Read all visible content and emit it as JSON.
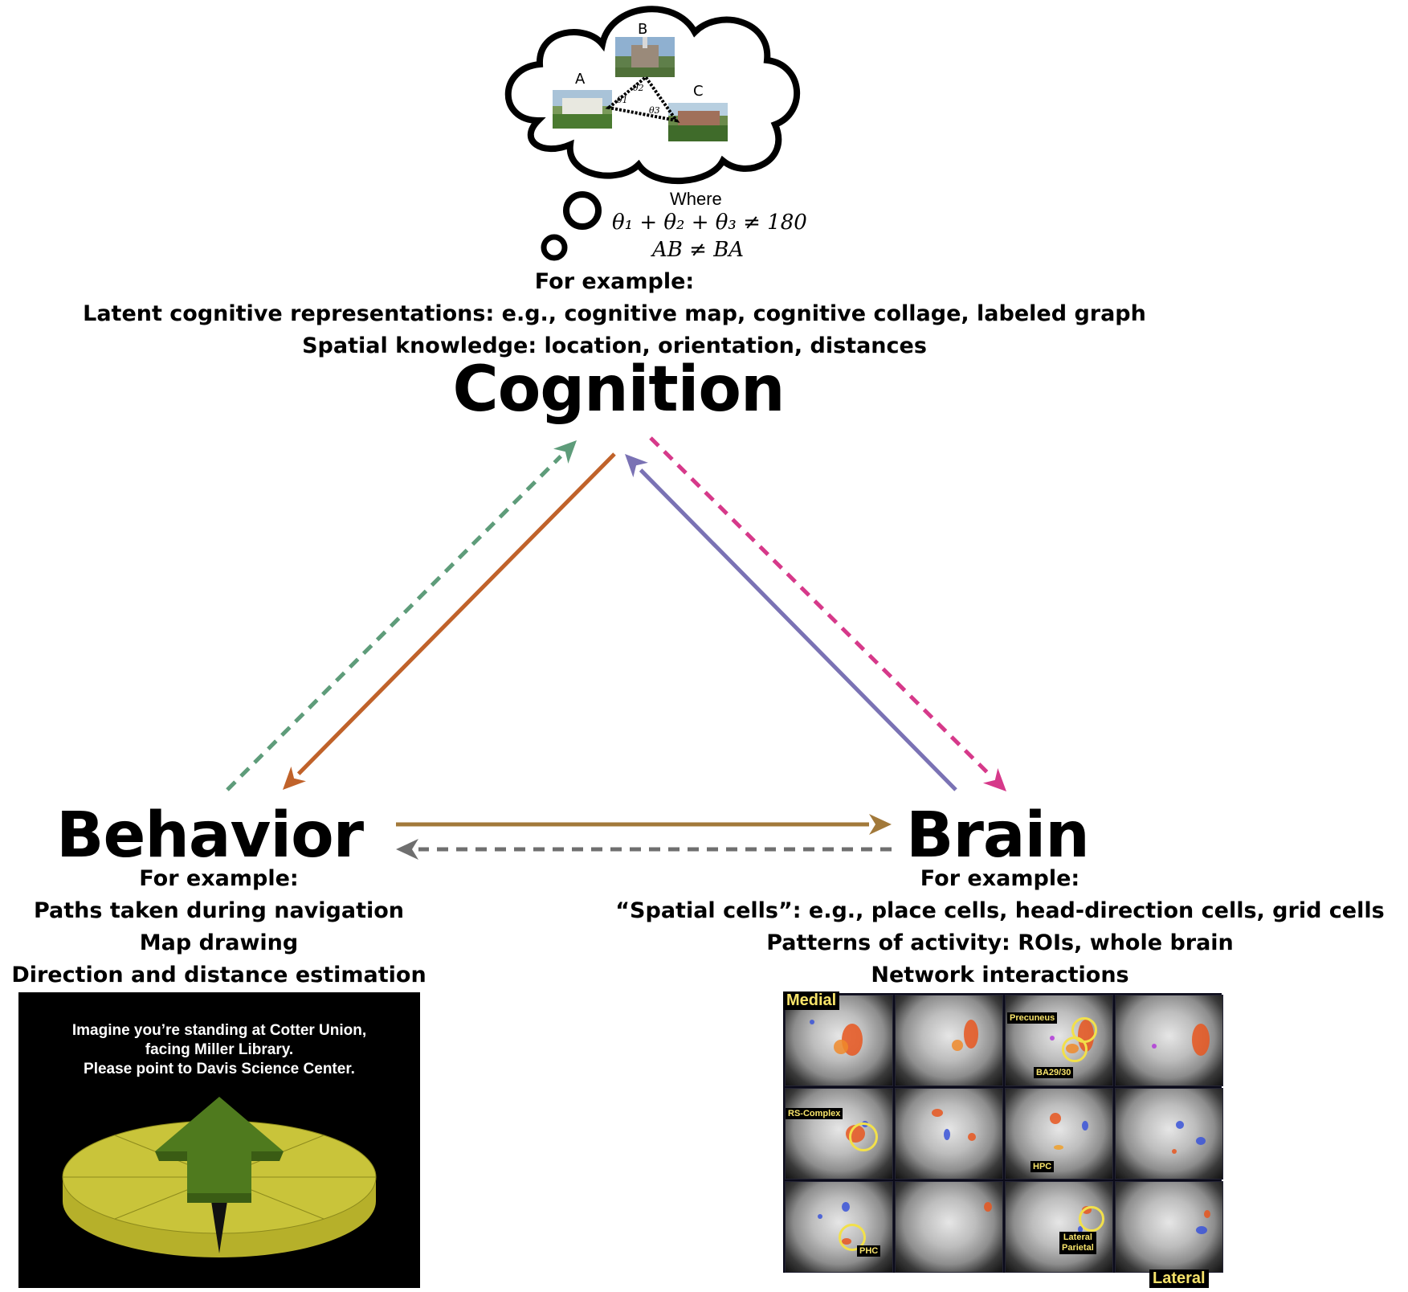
{
  "cognition": {
    "title": "Cognition",
    "example_header": "For example:",
    "examples": [
      "Latent cognitive representations: e.g., cognitive map, cognitive collage, labeled graph",
      "Spatial knowledge: location, orientation, distances"
    ],
    "thought_bubble": {
      "labels": [
        "A",
        "B",
        "C"
      ],
      "angle_labels": [
        "θ1",
        "θ2",
        "θ3"
      ],
      "where_label": "Where",
      "equation1": "θ₁ + θ₂ + θ₃ ≠ 180",
      "equation2": "AB ≠ BA"
    }
  },
  "behavior": {
    "title": "Behavior",
    "example_header": "For example:",
    "examples": [
      "Paths taken during navigation",
      "Map drawing",
      "Direction and distance estimation"
    ],
    "task_prompt": [
      "Imagine you’re standing at Cotter Union,",
      "facing Miller Library.",
      "Please point to Davis Science Center."
    ]
  },
  "brain": {
    "title": "Brain",
    "example_header": "For example:",
    "examples": [
      "“Spatial cells”: e.g., place cells, head-direction cells, grid cells",
      "Patterns of activity: ROIs, whole brain",
      "Network interactions"
    ],
    "corner_labels": {
      "top": "Medial",
      "bottom": "Lateral"
    },
    "roi_labels": {
      "precuneus": "Precuneus",
      "ba": "BA29/30",
      "rs": "RS-Complex",
      "hpc": "HPC",
      "phc": "PHC",
      "lateral_parietal": "Lateral\nParietal"
    }
  },
  "arrow_colors": {
    "behavior_to_cognition": "#5e9c7a",
    "cognition_to_behavior": "#c0622a",
    "brain_to_cognition": "#7a72b4",
    "cognition_to_brain": "#d6398a",
    "behavior_to_brain": "#a2793a",
    "brain_to_behavior": "#6f6f6f"
  }
}
